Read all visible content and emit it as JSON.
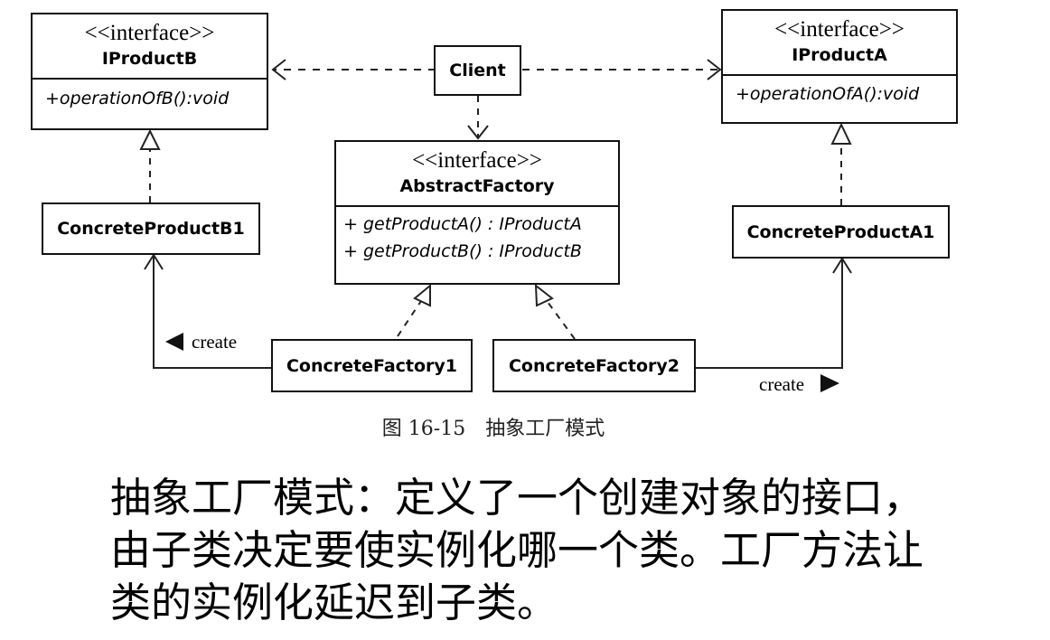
{
  "diagram": {
    "client": {
      "name": "Client"
    },
    "productB": {
      "stereotype": "<<interface>>",
      "name": "IProductB",
      "operation": "+operationOfB():void"
    },
    "productA": {
      "stereotype": "<<interface>>",
      "name": "IProductA",
      "operation": "+operationOfA():void"
    },
    "factory": {
      "stereotype": "<<interface>>",
      "name": "AbstractFactory",
      "operations": [
        "+ getProductA() : IProductA",
        "+ getProductB() : IProductB"
      ]
    },
    "concreteProductB1": {
      "name": "ConcreteProductB1"
    },
    "concreteProductA1": {
      "name": "ConcreteProductA1"
    },
    "concreteFactory1": {
      "name": "ConcreteFactory1"
    },
    "concreteFactory2": {
      "name": "ConcreteFactory2"
    },
    "create_left": "create",
    "create_right": "create",
    "caption": "图 16-15　抽象工厂模式"
  },
  "description": "抽象工厂模式：定义了一个创建对象的接口，由子类决定要使实例化哪一个类。工厂方法让类的实例化延迟到子类。"
}
